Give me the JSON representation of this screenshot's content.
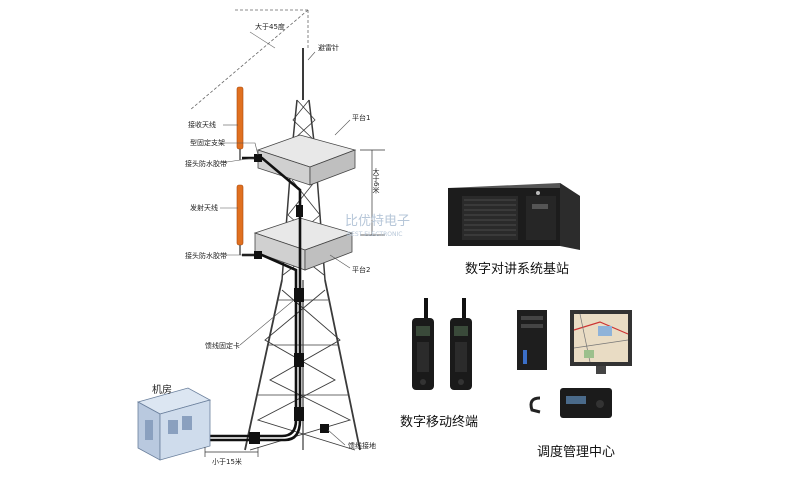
{
  "labels": {
    "greater_45": "大于45度",
    "lightning_rod": "避雷针",
    "receive_antenna": "接收天线",
    "mount_bracket": "型固定支架",
    "connector_tape_1": "接头防水胶带",
    "platform_1": "平台1",
    "greater_6m": "大于6米",
    "transmit_antenna": "发射天线",
    "connector_tape_2": "接头防水胶带",
    "platform_2": "平台2",
    "feeder_clamp": "馈线固定卡",
    "machine_room": "机房",
    "less_15m": "小于15米",
    "feeder_ground": "馈线接地"
  },
  "watermark": {
    "cn": "比优特电子",
    "en": "BEST ELECTRONIC"
  },
  "captions": {
    "base_station": "数字对讲系统基站",
    "mobile_terminal": "数字移动终端",
    "dispatch_center": "调度管理中心"
  },
  "colors": {
    "tower": "#3a3a3a",
    "antenna": "#e07020",
    "cable": "#111111",
    "platform": "#d9d9d9",
    "building": "#b9c9df"
  }
}
